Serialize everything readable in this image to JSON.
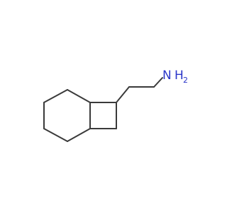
{
  "molecule": {
    "atom_labels": {
      "amine_n": "N",
      "amine_h": "H",
      "amine_h_count": "2"
    },
    "colors": {
      "bond": "#3a3a3a",
      "nitrogen": "#2b36c9",
      "background": "#ffffff"
    }
  }
}
